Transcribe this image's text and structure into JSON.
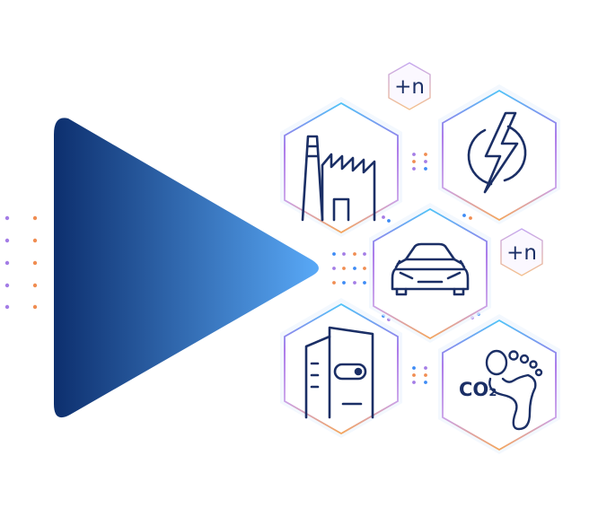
{
  "colors": {
    "navy": "#0d2f6e",
    "blue_light": "#55a6f5",
    "icon_stroke": "#1b2f66",
    "hex_purple": "#a56ee8",
    "hex_orange": "#f4a55c",
    "hex_cyan": "#4fc3f7",
    "dot_purple": "#a47de6",
    "dot_orange": "#f08d52",
    "dot_blue": "#3d8bf5"
  },
  "badges": [
    {
      "label": "+n"
    },
    {
      "label": "+n"
    }
  ],
  "hexagons": [
    {
      "icon": "factory-icon"
    },
    {
      "icon": "lightning-icon"
    },
    {
      "icon": "car-icon"
    },
    {
      "icon": "building-icon"
    },
    {
      "icon": "footprint-icon",
      "label": "CO₂"
    }
  ]
}
